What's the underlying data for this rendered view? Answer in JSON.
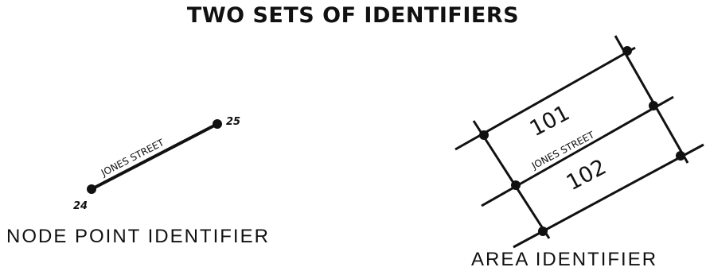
{
  "title": "TWO SETS OF IDENTIFIERS",
  "node_panel": {
    "street_label": "JONES STREET",
    "node_start": "24",
    "node_end": "25",
    "caption": "NODE POINT IDENTIFIER"
  },
  "area_panel": {
    "street_label": "JONES STREET",
    "area_top": "101",
    "area_bottom": "102",
    "caption": "AREA IDENTIFIER"
  }
}
